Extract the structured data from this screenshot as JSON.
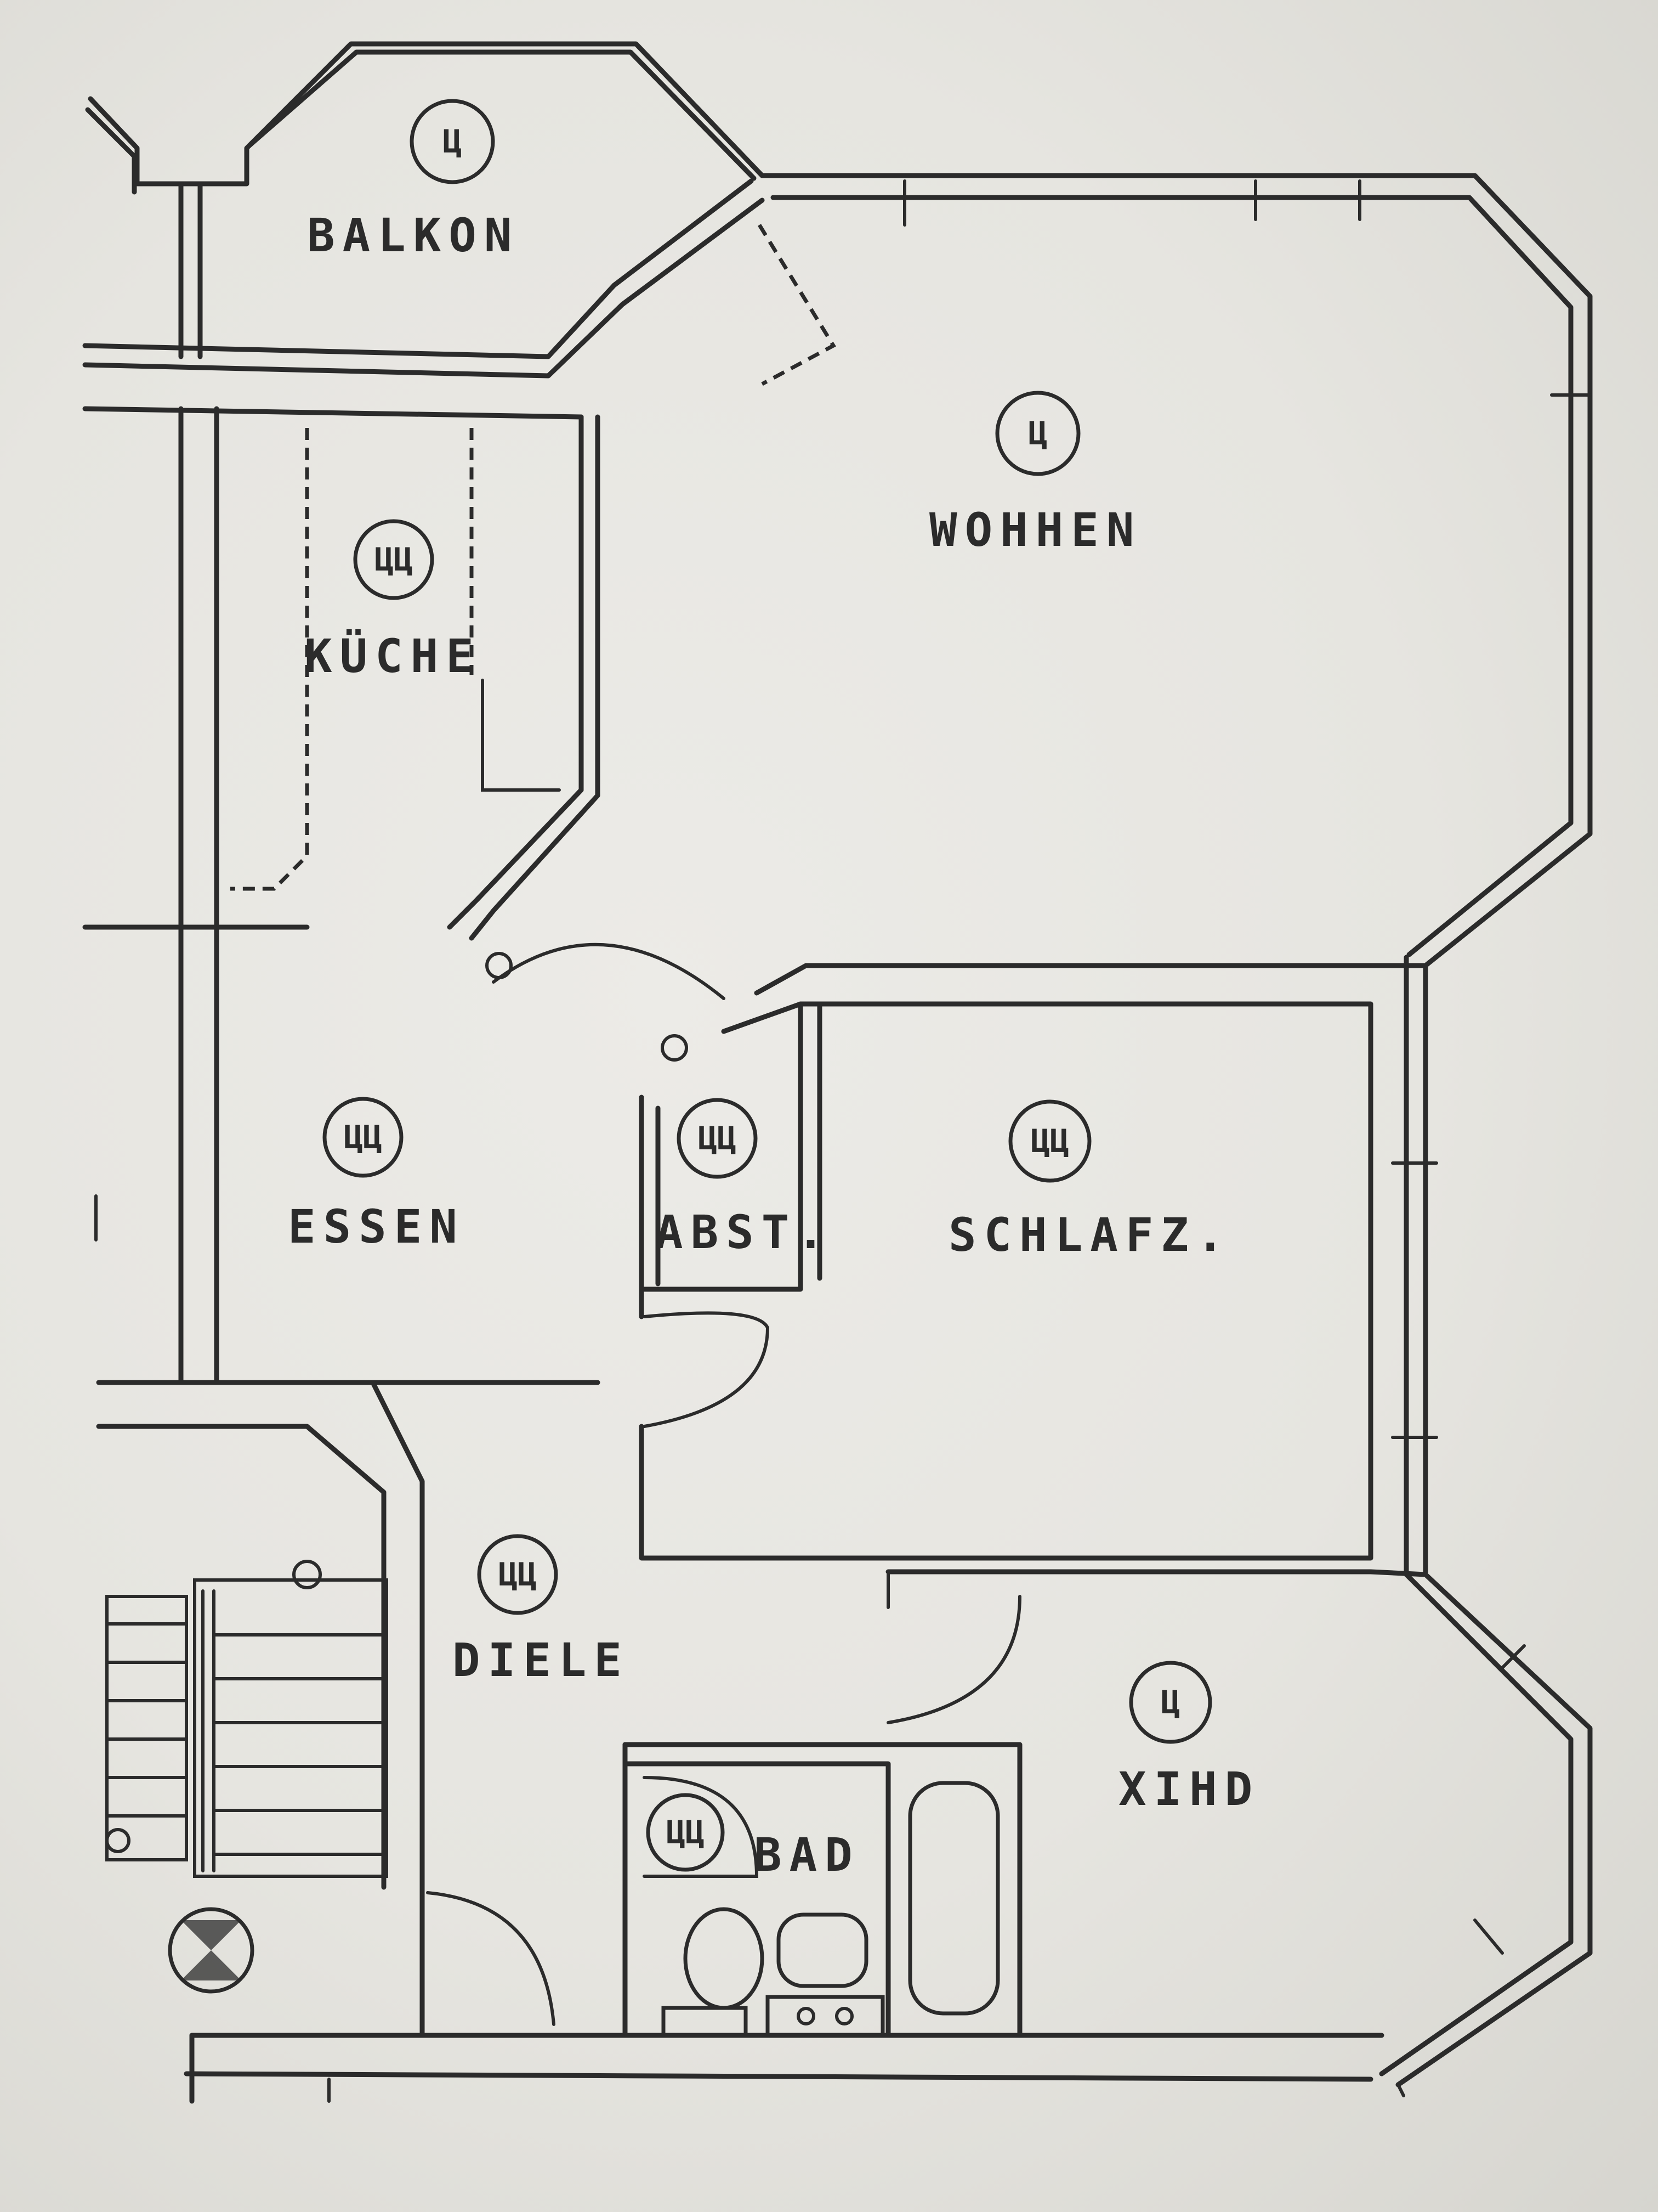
{
  "rooms": {
    "balkon": {
      "label": "BALKON",
      "mark": "Ц"
    },
    "wohnen": {
      "label": "WOHHEN",
      "mark": "Ц"
    },
    "kueche": {
      "label": "KÜCHE",
      "mark": "ЦЦ"
    },
    "essen": {
      "label": "ESSEN",
      "mark": "ЦЦ"
    },
    "abst": {
      "label": "ABST.",
      "mark": "ЦЦ"
    },
    "schlafz": {
      "label": "SCHLAFZ.",
      "mark": "ЦЦ"
    },
    "diele": {
      "label": "DIELE",
      "mark": "ЦЦ"
    },
    "kind": {
      "label": "XIHD",
      "mark": "Ц"
    },
    "bad": {
      "label": "BAD",
      "mark": "ЦЦ"
    }
  },
  "colors": {
    "ink": "#2b2b2b",
    "paper": "#e8e7e2"
  }
}
